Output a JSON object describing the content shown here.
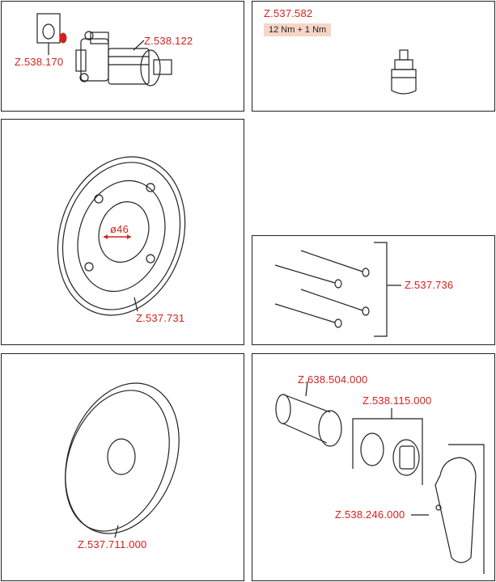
{
  "parts": {
    "seal": "Z.538.170",
    "valve_body": "Z.538.122",
    "cartridge": "Z.537.582",
    "torque": "12 Nm + 1 Nm",
    "mounting_plate": "Z.537.731",
    "diameter": "ø46",
    "screws": "Z.537.736",
    "escutcheon": "Z.537.711.000",
    "sleeve": "Z.638.504.000",
    "adapter": "Z.538.115.000",
    "handle": "Z.538.246.000"
  },
  "colors": {
    "label": "#d3201f",
    "torque_bg": "#f7d5c6",
    "line": "#222222"
  }
}
